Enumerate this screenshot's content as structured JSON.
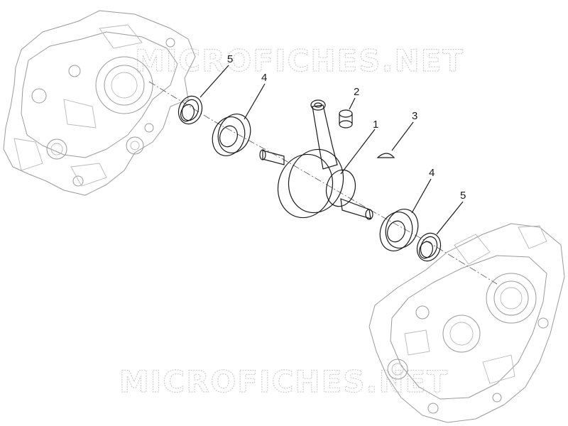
{
  "watermark": {
    "top": "MICROFICHES.NET",
    "bottom": "MICROFICHES.NET"
  },
  "callouts": [
    {
      "id": "1",
      "text": "1"
    },
    {
      "id": "2",
      "text": "2"
    },
    {
      "id": "3",
      "text": "3"
    },
    {
      "id": "4a",
      "text": "4"
    },
    {
      "id": "4b",
      "text": "4"
    },
    {
      "id": "5a",
      "text": "5"
    },
    {
      "id": "5b",
      "text": "5"
    }
  ],
  "colors": {
    "line": "#9a9a9a",
    "dark": "#1a1a1a",
    "watermark": "#cfcfcf"
  }
}
